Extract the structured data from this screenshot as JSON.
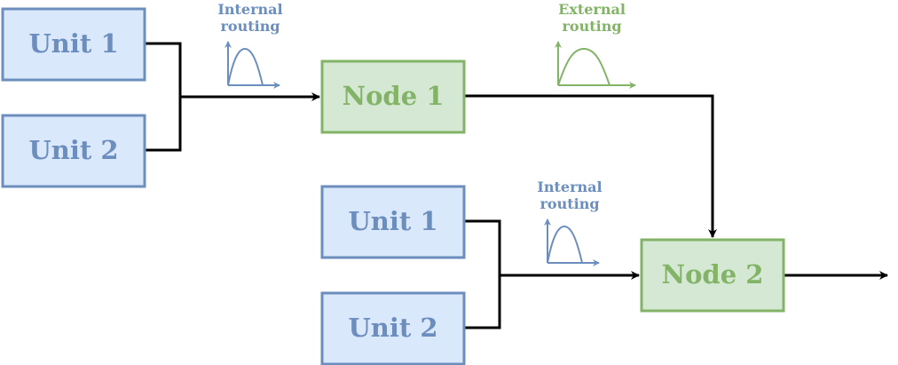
{
  "colors": {
    "unit_fill": "#dae8fc",
    "unit_stroke": "#6c8ebf",
    "node_fill": "#d5e8d4",
    "node_stroke": "#82b366",
    "line": "#000000"
  },
  "units": {
    "group_a": {
      "top": "Unit 1",
      "bottom": "Unit 2"
    },
    "group_b": {
      "top": "Unit 1",
      "bottom": "Unit 2"
    }
  },
  "nodes": {
    "node1": "Node 1",
    "node2": "Node 2"
  },
  "routing": {
    "internal_a": {
      "line1": "Internal",
      "line2": "routing"
    },
    "external": {
      "line1": "External",
      "line2": "routing"
    },
    "internal_b": {
      "line1": "Internal",
      "line2": "routing"
    }
  }
}
